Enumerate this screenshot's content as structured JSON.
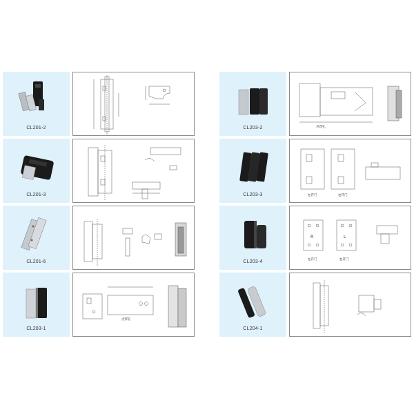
{
  "catalog": {
    "left": [
      {
        "code": "CL201-2",
        "notes": []
      },
      {
        "code": "CL201-3",
        "notes": []
      },
      {
        "code": "CL201-6",
        "notes": []
      },
      {
        "code": "CL203-1",
        "notes": [
          "点焊孔"
        ]
      }
    ],
    "right": [
      {
        "code": "CL203-2",
        "notes": [
          "点焊孔"
        ]
      },
      {
        "code": "CL203-3",
        "notes": [
          "左开门",
          "右开门"
        ]
      },
      {
        "code": "CL203-4",
        "notes": [
          "左开门",
          "右开门"
        ]
      },
      {
        "code": "CL204-1",
        "notes": []
      }
    ]
  }
}
